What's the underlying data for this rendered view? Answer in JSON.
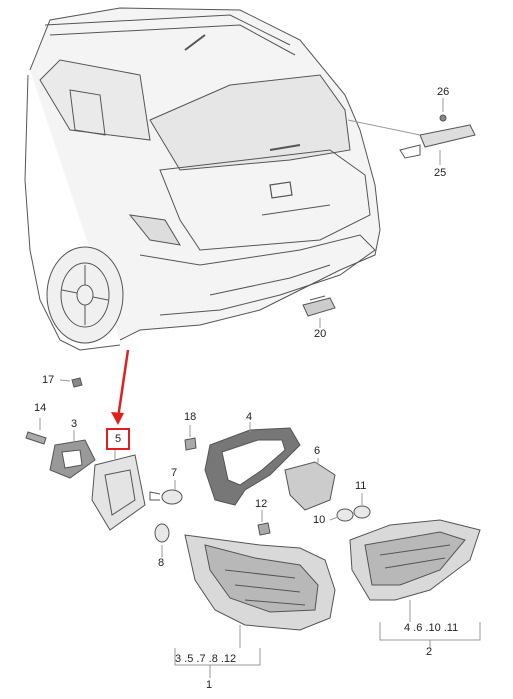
{
  "diagram": {
    "callouts": [
      {
        "id": "c26",
        "text": "26"
      },
      {
        "id": "c25",
        "text": "25"
      },
      {
        "id": "c20",
        "text": "20"
      },
      {
        "id": "c17",
        "text": "17"
      },
      {
        "id": "c14",
        "text": "14"
      },
      {
        "id": "c3",
        "text": "3"
      },
      {
        "id": "c5",
        "text": "5"
      },
      {
        "id": "c18",
        "text": "18"
      },
      {
        "id": "c4",
        "text": "4"
      },
      {
        "id": "c6",
        "text": "6"
      },
      {
        "id": "c7",
        "text": "7"
      },
      {
        "id": "c8",
        "text": "8"
      },
      {
        "id": "c12",
        "text": "12"
      },
      {
        "id": "c11",
        "text": "11"
      },
      {
        "id": "c10",
        "text": "10"
      },
      {
        "id": "c1",
        "text": "1"
      },
      {
        "id": "c2",
        "text": "2"
      }
    ],
    "group_left": "3 .5 .7 .8 .12",
    "group_right": "4 .6 .10 .11",
    "highlight_color": "#e02020"
  }
}
